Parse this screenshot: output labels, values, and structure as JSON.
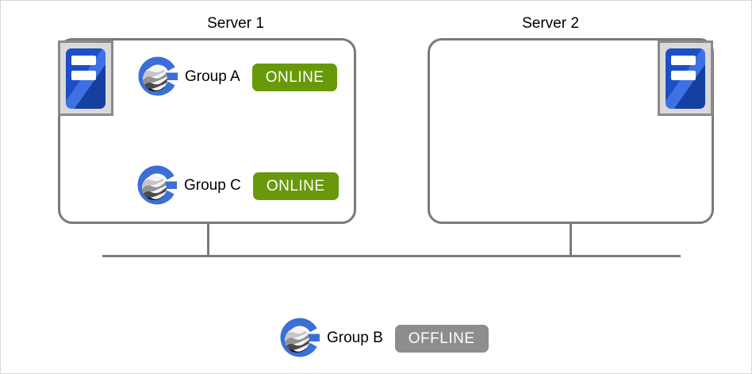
{
  "diagram": {
    "servers": [
      {
        "name": "Server 1",
        "groups": [
          {
            "name": "Group A",
            "status": "ONLINE"
          },
          {
            "name": "Group C",
            "status": "ONLINE"
          }
        ]
      },
      {
        "name": "Server 2",
        "groups": []
      }
    ],
    "standalone_group": {
      "name": "Group B",
      "status": "OFFLINE"
    }
  },
  "icons": {
    "server_icon": "tower-server-icon",
    "group_icon": "availability-group-globe-icon"
  },
  "colors": {
    "online_badge": "#68990b",
    "offline_badge": "#8d8d8d",
    "connector_gray": "#7a7a7a",
    "server_icon_blue": "#1d4ec5",
    "group_icon_blue": "#3b6fd7"
  }
}
